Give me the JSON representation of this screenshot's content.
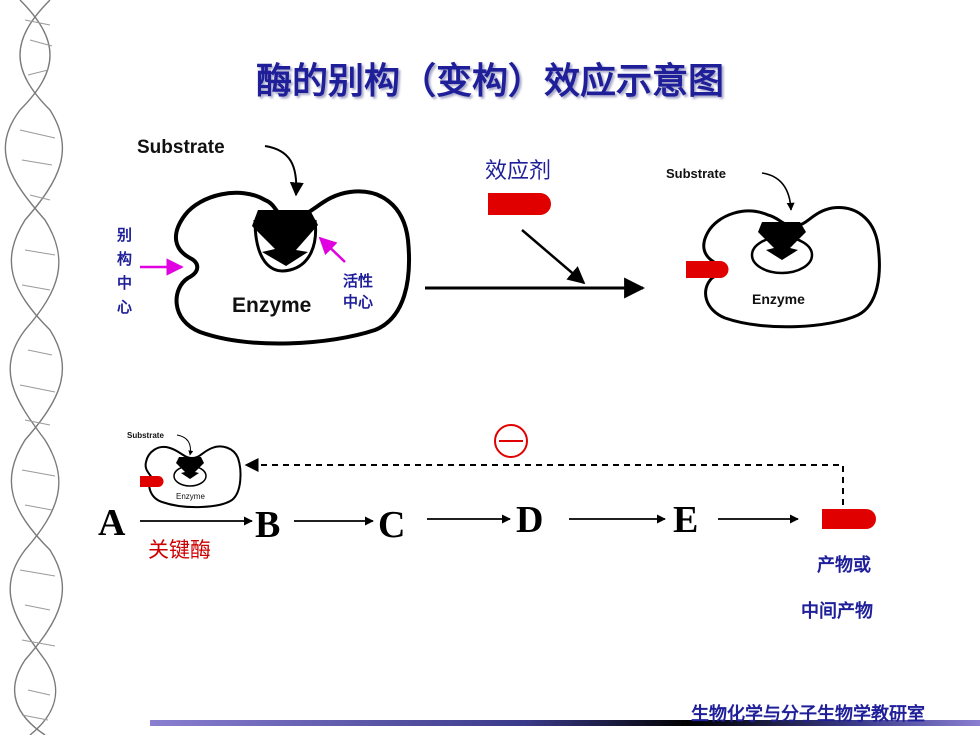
{
  "title": "酶的别构（变构）效应示意图",
  "top_diagram": {
    "substrate_label": "Substrate",
    "enzyme_label": "Enzyme",
    "allosteric_site_label": [
      "别",
      "构",
      "中",
      "心"
    ],
    "active_site_label": [
      "活性",
      "中心"
    ],
    "effector_label": "效应剂",
    "right_substrate_label": "Substrate",
    "right_enzyme_label": "Enzyme"
  },
  "pathway": {
    "nodes": [
      "A",
      "B",
      "C",
      "D",
      "E"
    ],
    "key_enzyme_label": "关键酶",
    "small_substrate_label": "Substrate",
    "small_enzyme_label": "Enzyme",
    "inhibition_symbol": "−",
    "product_label_line1": "产物或",
    "product_label_line2": "中间产物"
  },
  "footer": "生物化学与分子生物学教研室",
  "colors": {
    "title": "#1f1f9a",
    "effector": "#e00000",
    "magenta_arrow": "#e000e0",
    "key_enzyme": "#cc0000",
    "label_blue": "#1f1f9a"
  }
}
